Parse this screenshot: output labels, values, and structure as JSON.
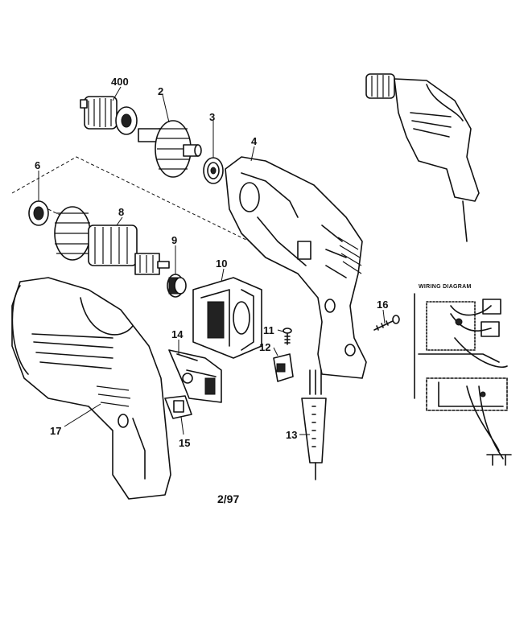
{
  "parts": [
    {
      "id": "chuck",
      "label": "400"
    },
    {
      "id": "gear-spindle",
      "label": "2"
    },
    {
      "id": "bearing-3",
      "label": "3"
    },
    {
      "id": "gear-housing",
      "label": "4"
    },
    {
      "id": "bearing-6",
      "label": "6"
    },
    {
      "id": "armature",
      "label": "8"
    },
    {
      "id": "bearing-9",
      "label": "9"
    },
    {
      "id": "field",
      "label": "10"
    },
    {
      "id": "brush-screw",
      "label": "11"
    },
    {
      "id": "brush-holder",
      "label": "12"
    },
    {
      "id": "cord-protector",
      "label": "13"
    },
    {
      "id": "switch",
      "label": "14"
    },
    {
      "id": "reversing-lever",
      "label": "15"
    },
    {
      "id": "screw",
      "label": "16"
    },
    {
      "id": "handle-housing",
      "label": "17"
    }
  ],
  "wiring_diagram": {
    "title": "WIRING DIAGRAM"
  },
  "footer": {
    "date": "2/97"
  }
}
